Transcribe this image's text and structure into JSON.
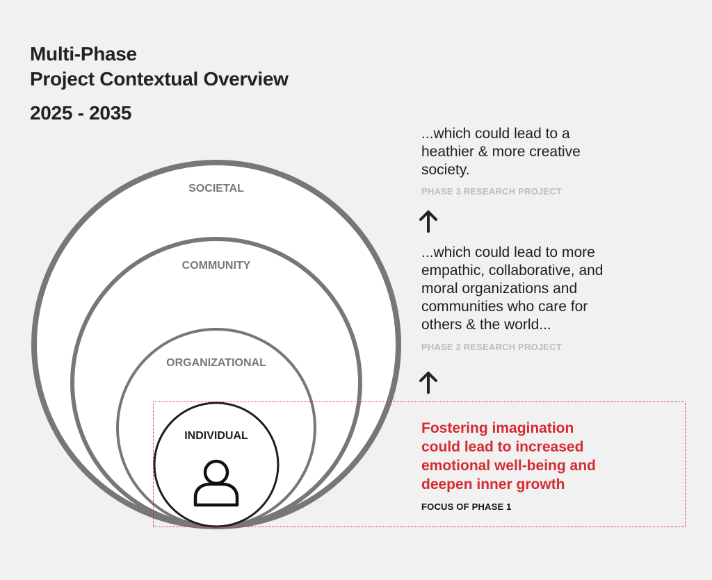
{
  "header": {
    "title_line1": "Multi-Phase",
    "title_line2": "Project Contextual Overview",
    "years": "2025 - 2035"
  },
  "rings": {
    "societal": "SOCIETAL",
    "community": "COMMUNITY",
    "organizational": "ORGANIZATIONAL",
    "individual": "INDIVIDUAL"
  },
  "phase3": {
    "lines": [
      "...which could lead to a",
      "heathier & more creative",
      "society."
    ],
    "tag": "PHASE 3 RESEARCH PROJECT"
  },
  "phase2": {
    "lines": [
      "...which could lead to more",
      "empathic, collaborative, and",
      "moral organizations and",
      "communities who care for",
      "others & the world..."
    ],
    "tag": "PHASE 2 RESEARCH PROJECT"
  },
  "phase1": {
    "lines": [
      "Fostering imagination",
      "could lead to increased",
      "emotional well-being and",
      "deepen inner growth"
    ],
    "tag": "FOCUS OF PHASE 1"
  },
  "icons": {
    "person": "person-icon",
    "arrow": "arrow-up-icon"
  },
  "colors": {
    "accent_red": "#d62a33",
    "ring_gray": "#777777",
    "ring_dark": "#1e1e1e",
    "tag_gray": "#bdbdbd",
    "background": "#f1f1f1"
  }
}
